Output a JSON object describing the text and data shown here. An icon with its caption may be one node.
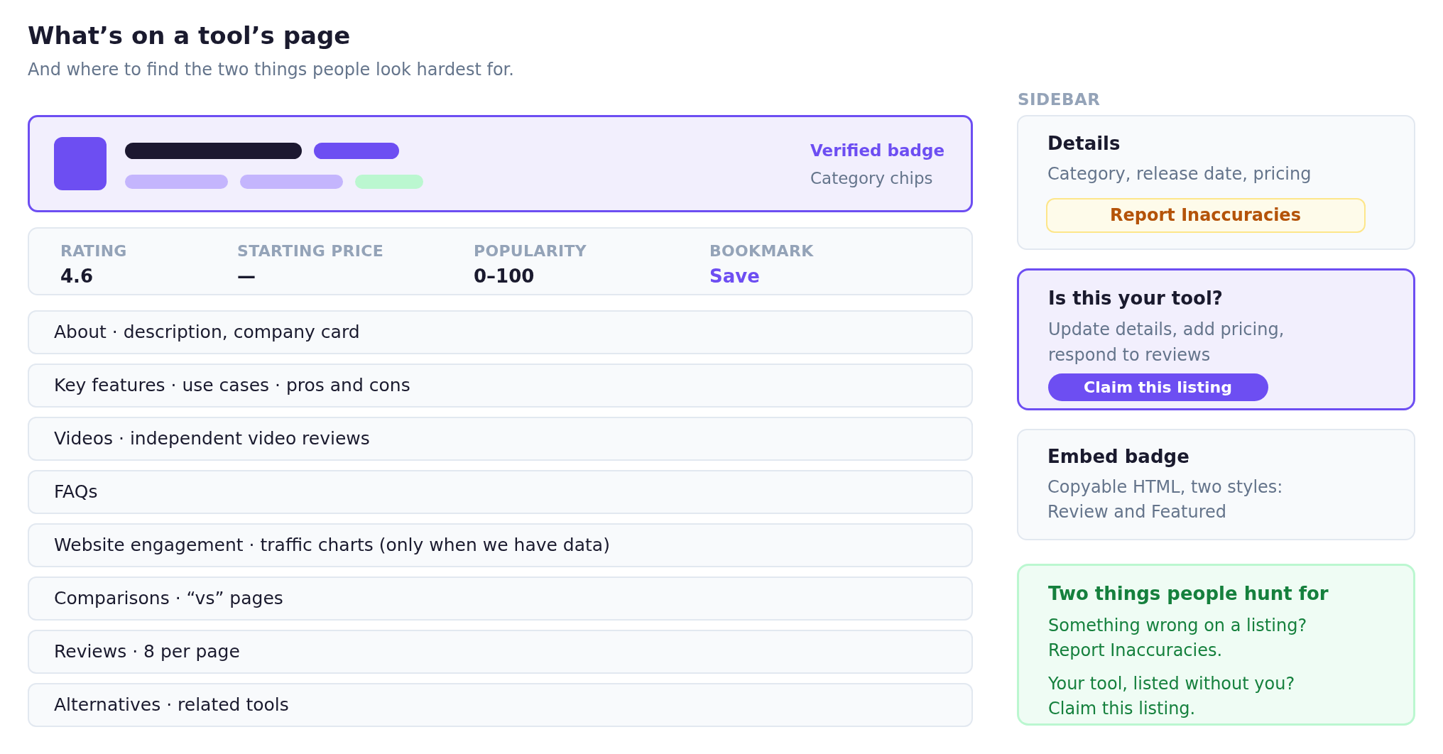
{
  "diagram": {
    "title": "What’s on a tool’s page",
    "nodes": [
      {
        "text": [
          "Verified badge",
          "Category chips"
        ]
      },
      {
        "text": [
          "RATING",
          "4.6",
          "STARTING PRICE",
          "—",
          "POPULARITY",
          "0–100",
          "BOOKMARK",
          "Save"
        ]
      },
      {
        "text": [
          "About · description, company card"
        ]
      },
      {
        "text": [
          "Key features · use cases · pros and cons"
        ]
      },
      {
        "text": [
          "Videos · independent video reviews"
        ]
      },
      {
        "text": [
          "FAQs"
        ]
      },
      {
        "text": [
          "Website engagement · traffic charts (only when we have data)"
        ]
      },
      {
        "text": [
          "Comparisons · “vs” pages"
        ]
      },
      {
        "text": [
          "Reviews · 8 per page"
        ]
      },
      {
        "text": [
          "Alternatives · related tools"
        ]
      },
      {
        "text": [
          "Details",
          "Category, release date, pricing"
        ]
      },
      {
        "text": [
          "Report Inaccuracies"
        ],
        "in": 10
      },
      {
        "text": [
          "Is this your tool?",
          "Update details, add pricing, respond to reviews"
        ]
      },
      {
        "text": [
          "Claim this listing"
        ],
        "in": 12
      },
      {
        "text": [
          "Embed badge",
          "Copyable HTML, two styles: Review and Featured"
        ]
      },
      {
        "text": [
          "Two things people hunt for",
          "Something wrong on a listing? Report Inaccuracies.",
          "Your tool, listed without you? Claim this listing."
        ]
      }
    ],
    "labels": [
      "And where to find the two things people look hardest for.",
      "SIDEBAR"
    ]
  }
}
